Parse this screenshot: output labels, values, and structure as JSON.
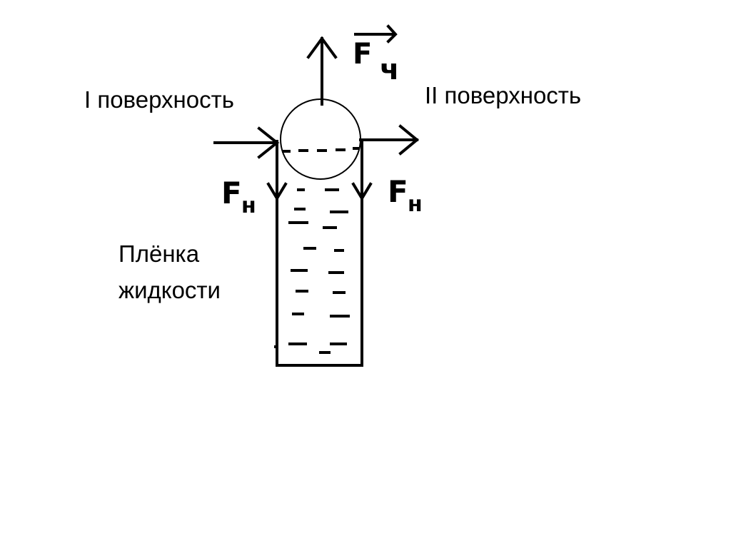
{
  "labels": {
    "surface_one": "I поверхность",
    "surface_two": "II поверхность",
    "film_line1": "Плёнка",
    "film_line2": "жидкости"
  },
  "symbols": {
    "force_main": "F",
    "force_sub": "ч",
    "tension_main": "F",
    "tension_sub": "н"
  },
  "colors": {
    "ink": "#000000",
    "background": "#ffffff"
  }
}
